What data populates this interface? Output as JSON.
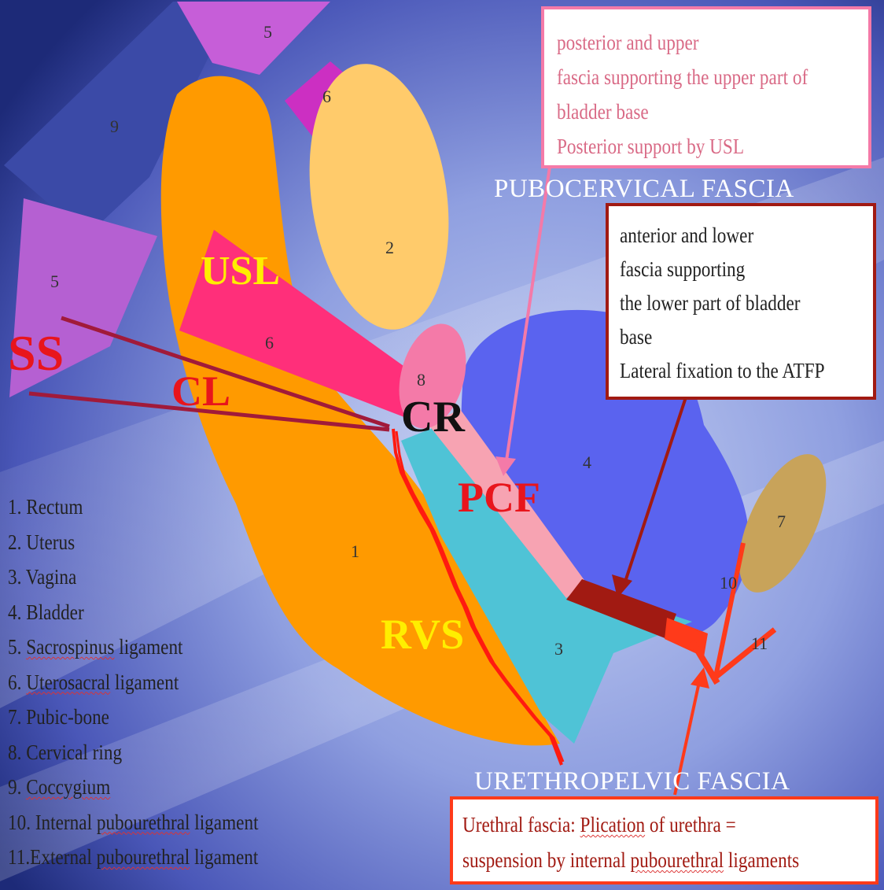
{
  "colors": {
    "background_dark": "#1d2a78",
    "background_light": "#a9b8e8",
    "rectum": "#ff9a00",
    "uterus": "#ffcb6b",
    "bladder": "#5a63ef",
    "vagina": "#4ec3d4",
    "pubic_bone": "#c8a35a",
    "sacrospinous": "#c05fd6",
    "uterosacral": "#ff2f7a",
    "coccygium": "#3b4aa7",
    "pcf_band": "#f7a3b2",
    "atfp": "#a11a12",
    "urethral_ligament": "#ff3a1a",
    "ss_cl_lines": "#a11a3a",
    "label_red": "#e8151c",
    "label_yellow": "#ffee00"
  },
  "structure_numbers": {
    "n1": "1",
    "n2": "2",
    "n3": "3",
    "n4": "4",
    "n5a": "5",
    "n5b": "5",
    "n6a": "6",
    "n6b": "6",
    "n7": "7",
    "n8": "8",
    "n9": "9",
    "n10": "10",
    "n11": "11"
  },
  "labels": {
    "usl": "USL",
    "ss": "SS",
    "cl": "CL",
    "cr": "CR",
    "pcf": "PCF",
    "rvs": "RVS"
  },
  "boxes": {
    "posterior": {
      "lines": [
        "posterior and upper",
        "fascia supporting the upper part of",
        " bladder base",
        "Posterior support by USL"
      ]
    },
    "pubocervical": {
      "title": "PUBOCERVICAL  FASCIA",
      "lines": [
        "anterior and lower",
        "fascia supporting",
        " the lower part of bladder",
        "base",
        "Lateral fixation to the ATFP"
      ]
    },
    "urethropelvic": {
      "title": "URETHROPELVIC  FASCIA",
      "line1_prefix": "Urethral fascia:  ",
      "line1_wavy": "Plication",
      "line1_suffix": " of urethra =",
      "line2_prefix": "suspension by internal ",
      "line2_wavy": "pubourethral",
      "line2_suffix": " ligaments"
    }
  },
  "legend": {
    "l1": "1. Rectum",
    "l2": "2. Uterus",
    "l3": "3. Vagina",
    "l4": "4. Bladder",
    "l5_prefix": "5. ",
    "l5_wavy": "Sacrospinus",
    "l5_suffix": " ligament",
    "l6_prefix": "6. ",
    "l6_wavy": "Uterosacral",
    "l6_suffix": " ligament",
    "l7": "7. Pubic-bone",
    "l8": "8. Cervical ring",
    "l9_prefix": "9. ",
    "l9_wavy": "Coccygium",
    "l10_prefix": "10. Internal ",
    "l10_wavy": "pubourethral",
    "l10_suffix": " ligament",
    "l11_prefix": "11.External ",
    "l11_wavy": "pubourethral",
    "l11_suffix": " ligament"
  }
}
